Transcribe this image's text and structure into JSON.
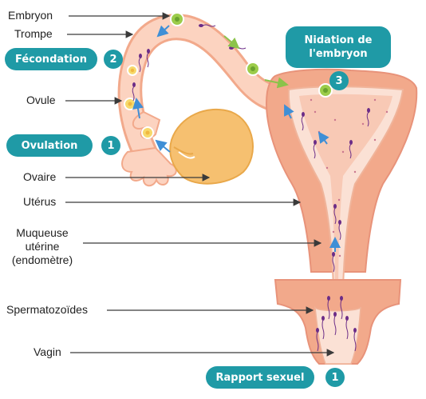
{
  "labels": {
    "embryon": "Embryon",
    "trompe": "Trompe",
    "ovule": "Ovule",
    "ovaire": "Ovaire",
    "uterus": "Utérus",
    "muqueuse_line1": "Muqueuse",
    "muqueuse_line2": "utérine",
    "muqueuse_line3": "(endomètre)",
    "spermatozoides": "Spermatozoïdes",
    "vagin": "Vagin"
  },
  "steps": {
    "fecondation": {
      "label": "Fécondation",
      "number": "2"
    },
    "ovulation": {
      "label": "Ovulation",
      "number": "1"
    },
    "nidation": {
      "label_line1": "Nidation de",
      "label_line2": "l'embryon",
      "number": "3"
    },
    "rapport": {
      "label": "Rapport sexuel",
      "number": "1"
    }
  },
  "colors": {
    "accent": "#1f9aa6",
    "tissue_light": "#fcd3c0",
    "tissue_mid": "#f2a98b",
    "tissue_dark": "#e8937a",
    "ovary": "#f6c070",
    "embryo": "#9ccc4a",
    "ovum": "#f7d96b",
    "sperm": "#6b2c87",
    "blue_arrow": "#3f8fd6",
    "green_arrow": "#8bc34a"
  }
}
